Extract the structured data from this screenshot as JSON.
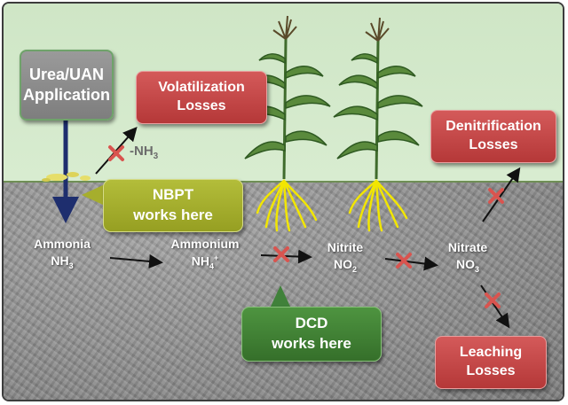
{
  "application_box": {
    "line1": "Urea/UAN",
    "line2": "Application"
  },
  "loss_boxes": {
    "volatilization": "Volatilization\nLosses",
    "denitrification": "Denitrification\nLosses",
    "leaching": "Leaching\nLosses"
  },
  "callouts": {
    "nbpt": "NBPT\nworks here",
    "dcd": "DCD\nworks here"
  },
  "nh3_loss_label": {
    "prefix": "-NH",
    "sub": "3"
  },
  "compounds": [
    {
      "name": "Ammonia",
      "formula": "NH",
      "sub": "3",
      "sup": ""
    },
    {
      "name": "Ammonium",
      "formula": "NH",
      "sub": "4",
      "sup": "+"
    },
    {
      "name": "Nitrite",
      "formula": "NO",
      "sub": "2",
      "sup": ""
    },
    {
      "name": "Nitrate",
      "formula": "NO",
      "sub": "3",
      "sup": ""
    }
  ],
  "colors": {
    "loss_box": "#c04545",
    "application_box": "#8a8a8a",
    "nbpt_callout": "#a6ae2d",
    "dcd_callout": "#40813a",
    "blocked_x": "#d9544f",
    "roots": "#f2e600"
  },
  "icons": [
    "arrow-icon",
    "blocked-x-icon",
    "corn-plant-icon",
    "roots-icon"
  ]
}
